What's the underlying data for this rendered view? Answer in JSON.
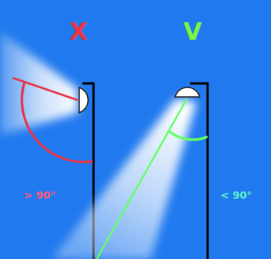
{
  "diagram": {
    "labels": [
      "X",
      "V",
      "> 90°",
      "< 90°"
    ]
  }
}
